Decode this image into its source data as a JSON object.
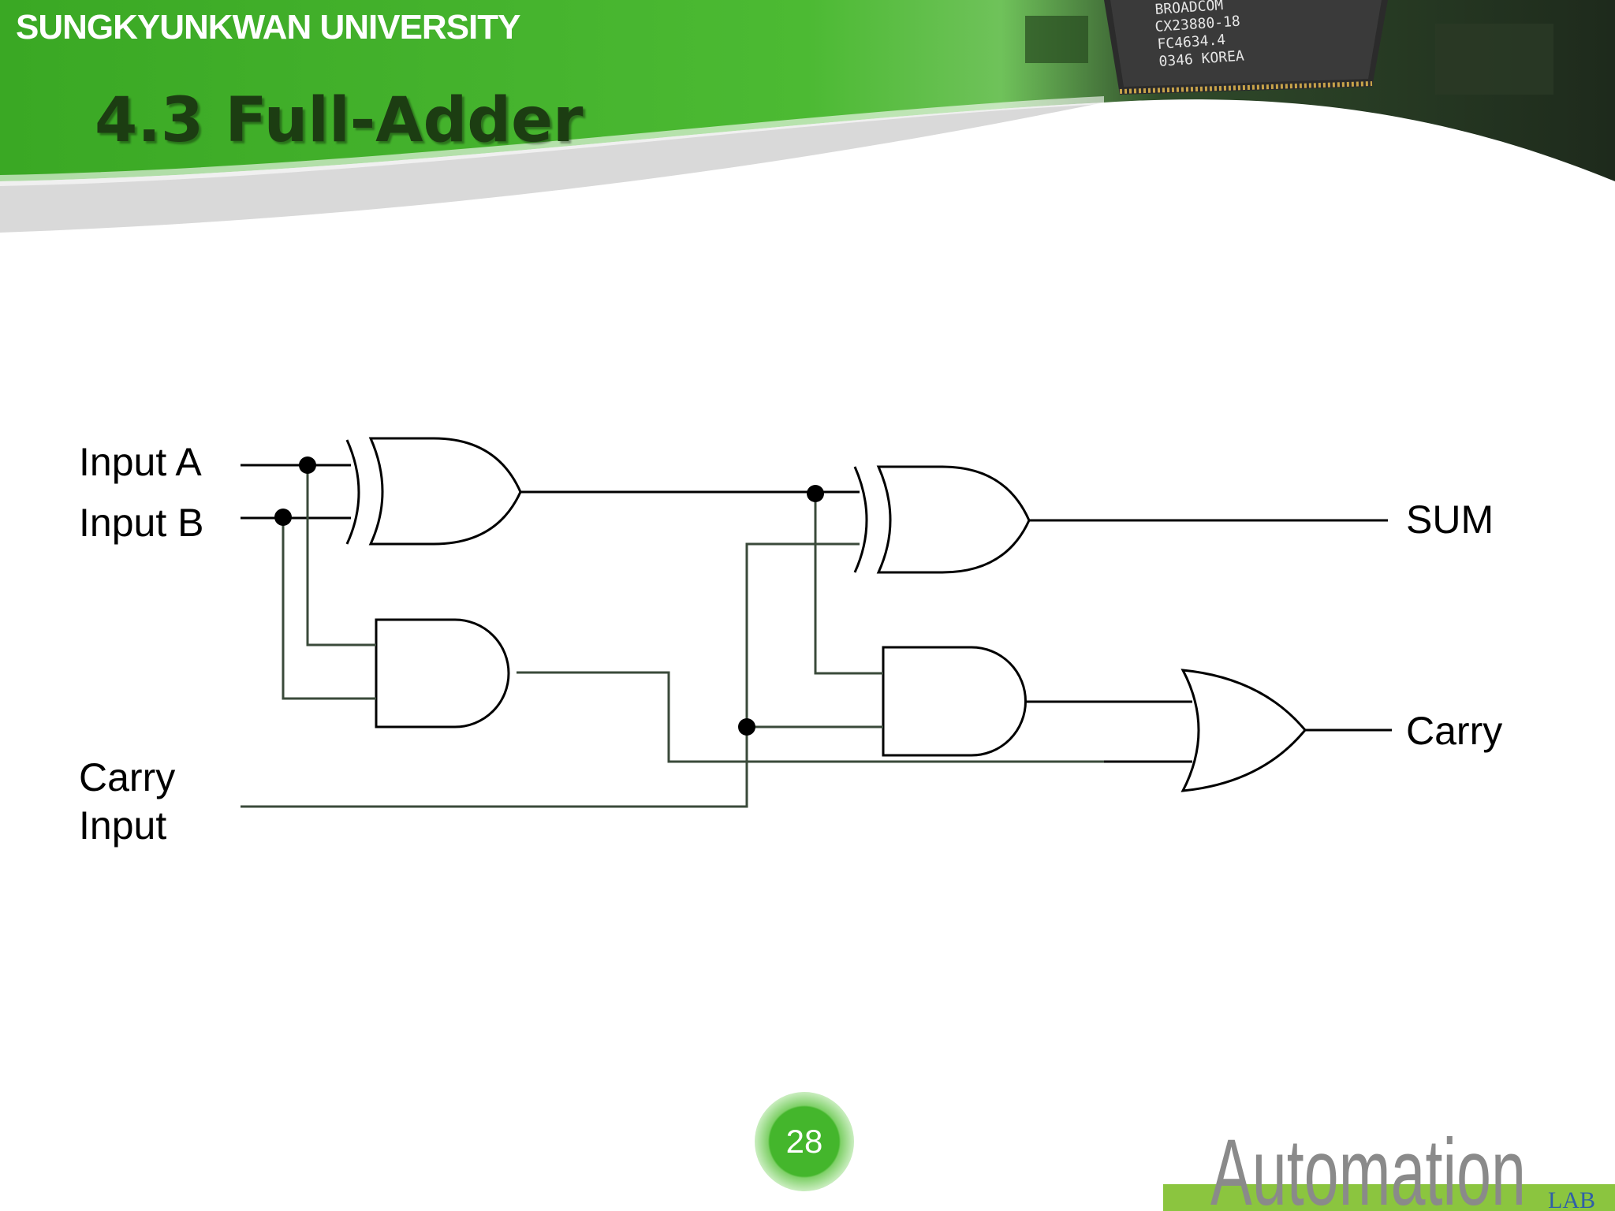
{
  "header": {
    "university": "SUNGKYUNKWAN UNIVERSITY",
    "title": "4.3 Full-Adder"
  },
  "chip_text": {
    "line1": "BROADCOM",
    "line2": "CX23880-18",
    "line3": "FC4634.4",
    "line4": "0346 KOREA"
  },
  "diagram": {
    "input_a": "Input A",
    "input_b": "Input B",
    "carry_input_1": "Carry",
    "carry_input_2": "Input",
    "sum": "SUM",
    "carry_out": "Carry"
  },
  "footer": {
    "page_number": "28",
    "logo_main": "Automation",
    "logo_sub": "LAB"
  },
  "colors": {
    "header_green": "#3fae29",
    "wire": "#3a4a3a",
    "title": "#1c3d12"
  }
}
